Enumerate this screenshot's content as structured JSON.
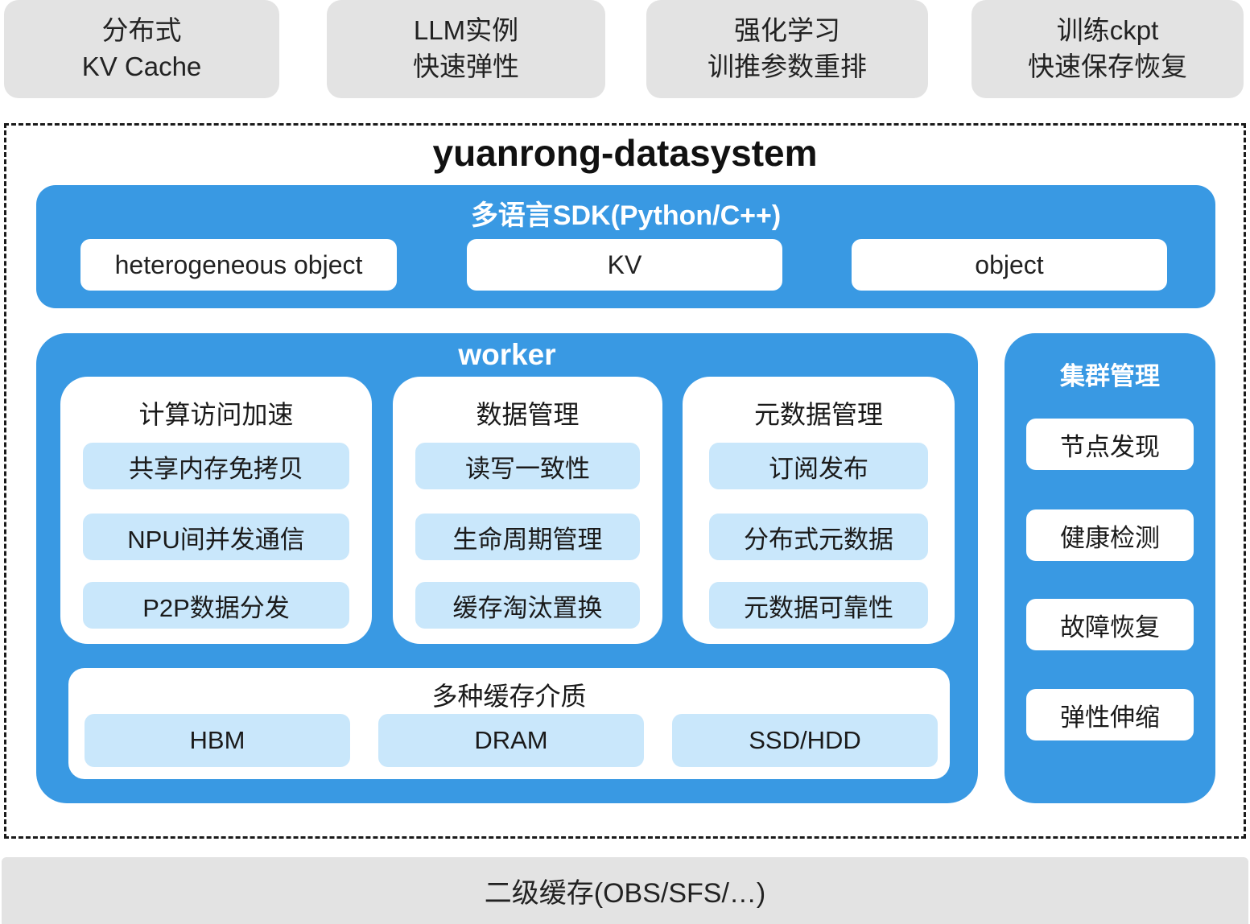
{
  "top_use_cases": [
    {
      "line1": "分布式",
      "line2": "KV Cache"
    },
    {
      "line1": "LLM实例",
      "line2": "快速弹性"
    },
    {
      "line1": "强化学习",
      "line2": "训推参数重排"
    },
    {
      "line1": "训练ckpt",
      "line2": "快速保存恢复"
    }
  ],
  "system": {
    "title": "yuanrong-datasystem",
    "sdk": {
      "title": "多语言SDK(Python/C++)",
      "interfaces": [
        "heterogeneous object",
        "KV",
        "object"
      ]
    },
    "worker": {
      "title": "worker",
      "columns": [
        {
          "title": "计算访问加速",
          "items": [
            "共享内存免拷贝",
            "NPU间并发通信",
            "P2P数据分发"
          ]
        },
        {
          "title": "数据管理",
          "items": [
            "读写一致性",
            "生命周期管理",
            "缓存淘汰置换"
          ]
        },
        {
          "title": "元数据管理",
          "items": [
            "订阅发布",
            "分布式元数据",
            "元数据可靠性"
          ]
        }
      ],
      "cache_media": {
        "title": "多种缓存介质",
        "items": [
          "HBM",
          "DRAM",
          "SSD/HDD"
        ]
      }
    },
    "cluster_management": {
      "title": "集群管理",
      "items": [
        "节点发现",
        "健康检测",
        "故障恢复",
        "弹性伸缩"
      ]
    }
  },
  "bottom_bar": {
    "label": "二级缓存(OBS/SFS/…)"
  },
  "colors": {
    "primary_blue": "#3999E3",
    "light_blue": "#C9E7FB",
    "gray": "#E3E3E3",
    "text_dark": "#1C1C1C"
  }
}
